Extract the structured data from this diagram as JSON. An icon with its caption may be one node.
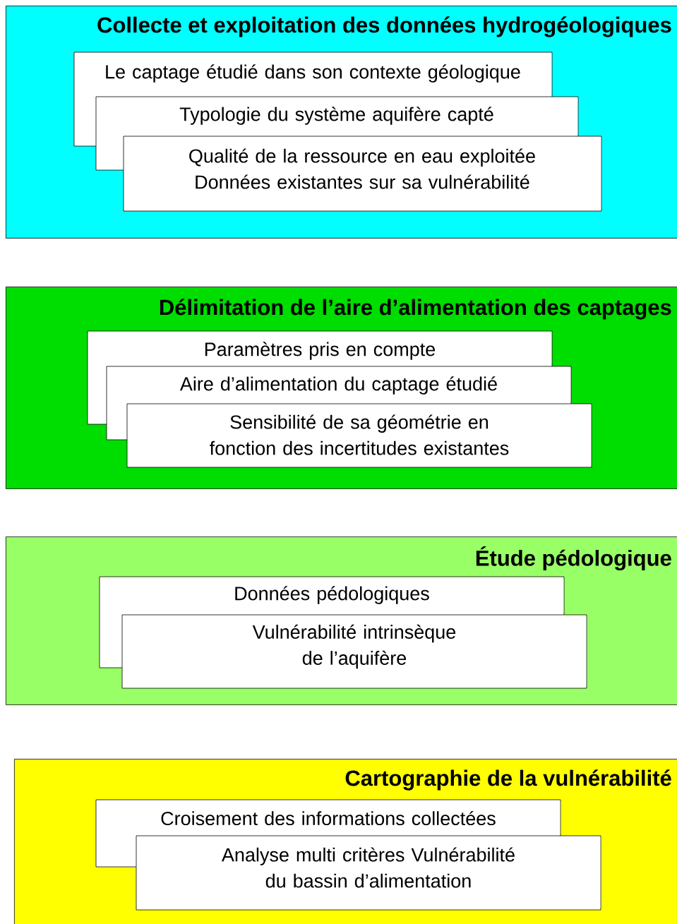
{
  "diagram": {
    "nodes": [
      {
        "text": [
          "Collecte et exploitation des données hydrogéologiques"
        ]
      },
      {
        "text": [
          "Le captage étudié dans son contexte géologique"
        ],
        "in": 0
      },
      {
        "text": [
          "Typologie du système aquifère capté"
        ],
        "in": 0
      },
      {
        "text": [
          "Qualité de la ressource en eau exploitée Données existantes sur sa vulnérabilité"
        ],
        "in": 0
      },
      {
        "text": [
          "Délimitation de l’aire d’alimentation des captages"
        ]
      },
      {
        "text": [
          "Paramètres pris en compte"
        ],
        "in": 4
      },
      {
        "text": [
          "Aire d’alimentation du captage étudié"
        ],
        "in": 4
      },
      {
        "text": [
          "Sensibilité de sa géométrie en fonction des incertitudes existantes"
        ],
        "in": 4
      },
      {
        "text": [
          "Étude pédologique"
        ]
      },
      {
        "text": [
          "Données pédologiques"
        ],
        "in": 8
      },
      {
        "text": [
          "Vulnérabilité intrinsèque de l’aquifère"
        ],
        "in": 8
      },
      {
        "text": [
          "Cartographie de la vulnérabilité"
        ]
      },
      {
        "text": [
          "Croisement des informations collectées"
        ],
        "in": 11
      },
      {
        "text": [
          "Analyse multi critères Vulnérabilité du bassin d’alimentation"
        ],
        "in": 11
      }
    ]
  }
}
